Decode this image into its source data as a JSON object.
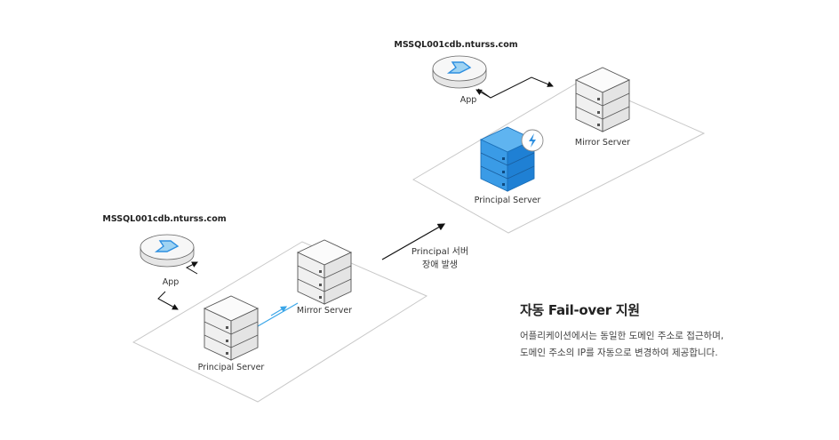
{
  "left_scene": {
    "host": "MSSQL001cdb.nturss.com",
    "app_label": "App",
    "principal_label": "Principal Server",
    "mirror_label": "Mirror Server"
  },
  "right_scene": {
    "host": "MSSQL001cdb.nturss.com",
    "app_label": "App",
    "principal_label": "Principal Server",
    "mirror_label": "Mirror Server"
  },
  "event": {
    "line1": "Principal 서버",
    "line2": "장애 발생"
  },
  "info": {
    "title": "자동 Fail-over 지원",
    "desc_line1": "어플리케이션에서는 동일한 도메인 주소로 접근하며,",
    "desc_line2": "도메인 주소의 IP를 자동으로 변경하여 제공합니다."
  },
  "colors": {
    "server_gray": "#f4f4f4",
    "server_blue": "#2e8fe0",
    "link_blue": "#3aa6e8",
    "platform_stroke": "#c8c8c8",
    "text": "#222222"
  },
  "icons": {
    "app": "app-disk-icon",
    "failover": "lightning-badge-icon"
  }
}
